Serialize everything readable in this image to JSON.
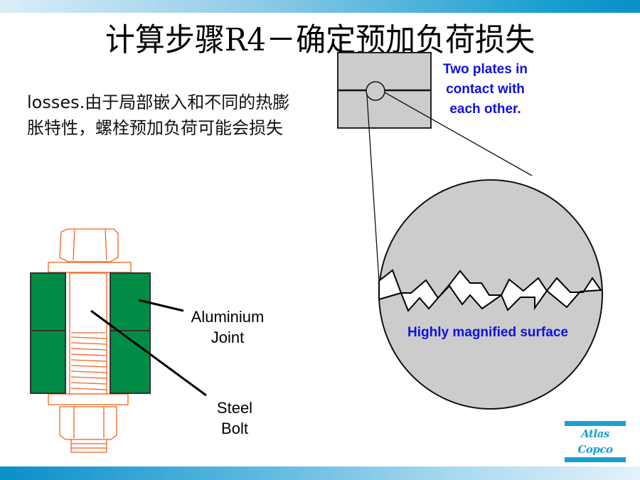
{
  "title": "计算步骤R4－确定预加负荷损失",
  "body_text": "losses.由于局部嵌入和不同的热膨胀特性，螺栓预加负荷可能会损失",
  "labels": {
    "joint": [
      "Aluminium",
      "Joint"
    ],
    "bolt": [
      "Steel",
      "Bolt"
    ]
  },
  "plates_caption": [
    "Two plates in",
    "contact with",
    "each  other."
  ],
  "magnified_caption": "Highly magnified surface",
  "logo_text": "Atlas Copco",
  "colors": {
    "joint": "#008c45",
    "bolt": "#f26522",
    "caption": "#1010e0",
    "brand": "#1a9fd0",
    "plate": "#cccccc"
  }
}
